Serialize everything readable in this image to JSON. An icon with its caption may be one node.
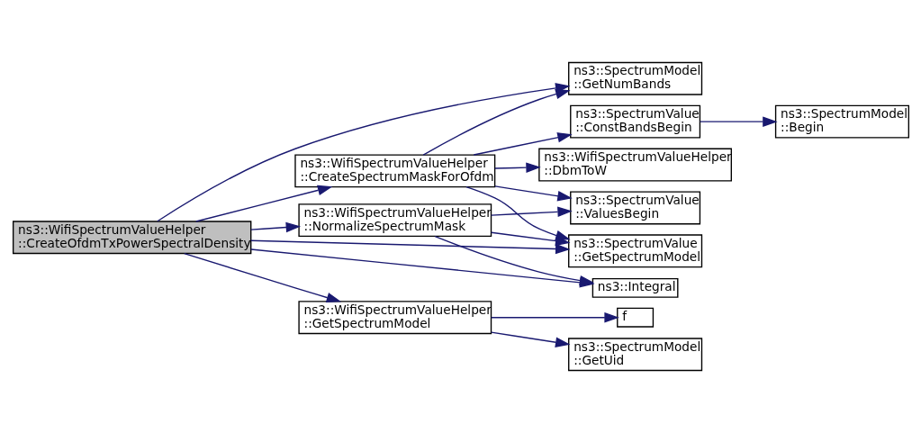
{
  "diagram": {
    "nodes": [
      {
        "text": [
          "ns3::WifiSpectrumValueHelper ::CreateOfdmTxPowerSpectralDensity"
        ]
      },
      {
        "text": [
          "ns3::WifiSpectrumValueHelper ::CreateSpectrumMaskForOfdm"
        ]
      },
      {
        "text": [
          "ns3::WifiSpectrumValueHelper ::NormalizeSpectrumMask"
        ]
      },
      {
        "text": [
          "ns3::WifiSpectrumValueHelper ::GetSpectrumModel"
        ]
      },
      {
        "text": [
          "ns3::SpectrumModel ::GetNumBands"
        ]
      },
      {
        "text": [
          "ns3::SpectrumValue ::ConstBandsBegin"
        ]
      },
      {
        "text": [
          "ns3::WifiSpectrumValueHelper ::DbmToW"
        ]
      },
      {
        "text": [
          "ns3::SpectrumValue ::ValuesBegin"
        ]
      },
      {
        "text": [
          "ns3::SpectrumValue ::GetSpectrumModel"
        ]
      },
      {
        "text": [
          "ns3::Integral"
        ]
      },
      {
        "text": [
          "f"
        ]
      },
      {
        "text": [
          "ns3::SpectrumModel ::GetUid"
        ]
      },
      {
        "text": [
          "ns3::SpectrumModel ::Begin"
        ]
      }
    ],
    "edges": [
      {
        "from": 0,
        "to": 4,
        "arrow": "to"
      },
      {
        "from": 0,
        "to": 1,
        "arrow": "to"
      },
      {
        "from": 0,
        "to": 2,
        "arrow": "to"
      },
      {
        "from": 0,
        "to": 8,
        "arrow": "to"
      },
      {
        "from": 0,
        "to": 9,
        "arrow": "to"
      },
      {
        "from": 0,
        "to": 3,
        "arrow": "to"
      },
      {
        "from": 1,
        "to": 4,
        "arrow": "to"
      },
      {
        "from": 1,
        "to": 5,
        "arrow": "to"
      },
      {
        "from": 1,
        "to": 6,
        "arrow": "to"
      },
      {
        "from": 1,
        "to": 7,
        "arrow": "to"
      },
      {
        "from": 1,
        "to": 8,
        "arrow": "to"
      },
      {
        "from": 2,
        "to": 7,
        "arrow": "to"
      },
      {
        "from": 2,
        "to": 8,
        "arrow": "to"
      },
      {
        "from": 2,
        "to": 9,
        "arrow": "to"
      },
      {
        "from": 3,
        "to": 10,
        "arrow": "to"
      },
      {
        "from": 3,
        "to": 11,
        "arrow": "to"
      },
      {
        "from": 5,
        "to": 12,
        "arrow": "to"
      }
    ]
  }
}
